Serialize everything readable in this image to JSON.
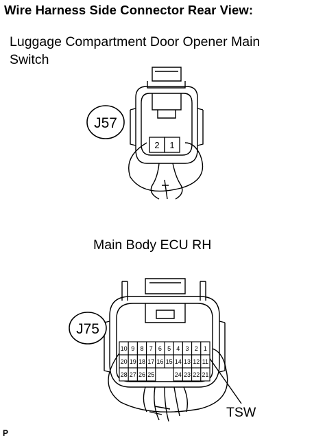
{
  "title": "Wire Harness Side Connector Rear View:",
  "connector_j57": {
    "name_line1": "Luggage Compartment Door Opener Main",
    "name_line2": "Switch",
    "id": "J57",
    "pins": [
      "2",
      "1"
    ]
  },
  "connector_j75": {
    "name": "Main Body ECU RH",
    "id": "J75",
    "row1": [
      "10",
      "9",
      "8",
      "7",
      "6",
      "5",
      "4",
      "3",
      "2",
      "1"
    ],
    "row2": [
      "20",
      "19",
      "18",
      "17",
      "16",
      "15",
      "14",
      "13",
      "12",
      "11"
    ],
    "row3_left": [
      "28",
      "27",
      "26",
      "25"
    ],
    "row3_right": [
      "24",
      "23",
      "22",
      "21"
    ],
    "callout": "TSW"
  },
  "page_mark": "P"
}
